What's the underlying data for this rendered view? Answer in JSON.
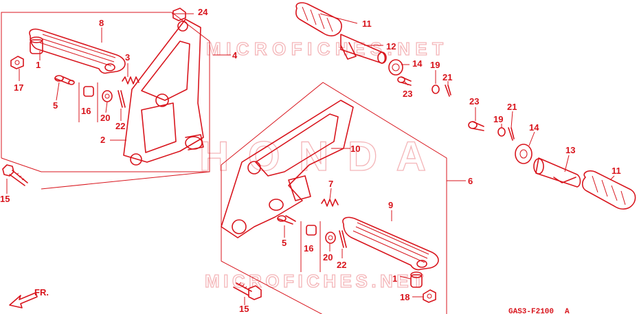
{
  "watermarks": {
    "brand": "HONDA",
    "site_top": "MICROFICHES.NET",
    "site_bottom": "MICROFICHES.NET"
  },
  "drawing_code": "GAS3-F2100",
  "drawing_rev": "A",
  "front_marker": "FR.",
  "callouts": {
    "c1": "1",
    "c2": "1",
    "c3": "2",
    "c4": "3",
    "c5": "4",
    "c6": "5",
    "c7": "5",
    "c8": "6",
    "c9": "7",
    "c10": "8",
    "c11": "9",
    "c12": "10",
    "c13": "11",
    "c14": "11",
    "c15": "12",
    "c16": "13",
    "c17": "14",
    "c18": "14",
    "c19": "15",
    "c20": "15",
    "c21": "16",
    "c22": "16",
    "c23": "17",
    "c24": "18",
    "c25": "19",
    "c26": "19",
    "c27": "20",
    "c28": "20",
    "c29": "21",
    "c30": "21",
    "c31": "22",
    "c32": "22",
    "c33": "23",
    "c34": "23",
    "c35": "24"
  },
  "colors": {
    "ink": "#d8141c",
    "watermark": "#f4b5b8",
    "background": "#ffffff"
  }
}
